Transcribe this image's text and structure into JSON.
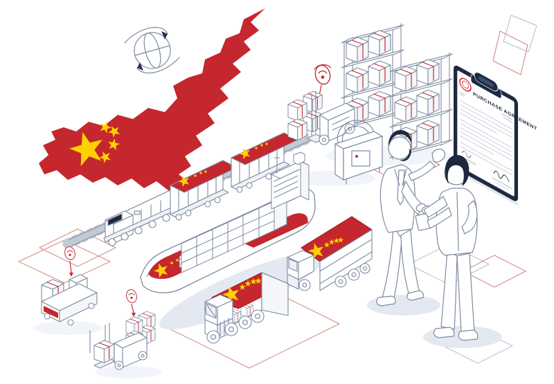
{
  "scene": {
    "description": "Isometric vector illustration of China import-export logistics: China map with flag stars, rotating globe, freight train, container ship, flag-covered cargo trucks, warehouse racks, forklifts, AGV robot, and two businessmen shaking hands in front of a purchase agreement clipboard",
    "clipboard": {
      "title": "PURCHASE AGREEMENT"
    },
    "colors": {
      "flag_red": "#c5272e",
      "star_yellow": "#ffd100",
      "outline": "#7c8aa0",
      "navy": "#1e2940",
      "decor_red_line": "#cf8b81",
      "decor_gray_line": "#b6bfcc",
      "shadow": "#e4e9f1"
    },
    "icons": [
      "globe-rotation-icon",
      "wifi-beacon-icon",
      "location-beacon-icon",
      "stamp-seal-icon"
    ],
    "elements": [
      "china-map",
      "freight-train",
      "container-ship",
      "cargo-truck-large",
      "cargo-truck-small",
      "warehouse-racks",
      "forklift-loader",
      "strapping-machine",
      "agv-robot",
      "small-forklift",
      "businessmen-handshake",
      "purchase-agreement-clipboard",
      "decorative-iso-squares"
    ]
  }
}
